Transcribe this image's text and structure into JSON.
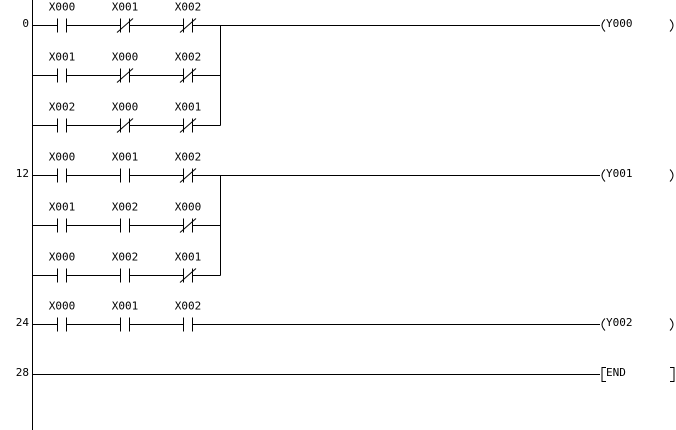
{
  "rungs": [
    {
      "step": "0",
      "coil": {
        "name": "Y000",
        "kind": "output"
      },
      "branches": [
        [
          {
            "addr": "X000",
            "type": "NO"
          },
          {
            "addr": "X001",
            "type": "NC"
          },
          {
            "addr": "X002",
            "type": "NC"
          }
        ],
        [
          {
            "addr": "X001",
            "type": "NO"
          },
          {
            "addr": "X000",
            "type": "NC"
          },
          {
            "addr": "X002",
            "type": "NC"
          }
        ],
        [
          {
            "addr": "X002",
            "type": "NO"
          },
          {
            "addr": "X000",
            "type": "NC"
          },
          {
            "addr": "X001",
            "type": "NC"
          }
        ]
      ]
    },
    {
      "step": "12",
      "coil": {
        "name": "Y001",
        "kind": "output"
      },
      "branches": [
        [
          {
            "addr": "X000",
            "type": "NO"
          },
          {
            "addr": "X001",
            "type": "NO"
          },
          {
            "addr": "X002",
            "type": "NC"
          }
        ],
        [
          {
            "addr": "X001",
            "type": "NO"
          },
          {
            "addr": "X002",
            "type": "NO"
          },
          {
            "addr": "X000",
            "type": "NC"
          }
        ],
        [
          {
            "addr": "X000",
            "type": "NO"
          },
          {
            "addr": "X002",
            "type": "NO"
          },
          {
            "addr": "X001",
            "type": "NC"
          }
        ]
      ]
    },
    {
      "step": "24",
      "coil": {
        "name": "Y002",
        "kind": "output"
      },
      "branches": [
        [
          {
            "addr": "X000",
            "type": "NO"
          },
          {
            "addr": "X001",
            "type": "NO"
          },
          {
            "addr": "X002",
            "type": "NO"
          }
        ]
      ]
    },
    {
      "step": "28",
      "coil": {
        "name": "END",
        "kind": "instruction"
      },
      "branches": []
    }
  ]
}
